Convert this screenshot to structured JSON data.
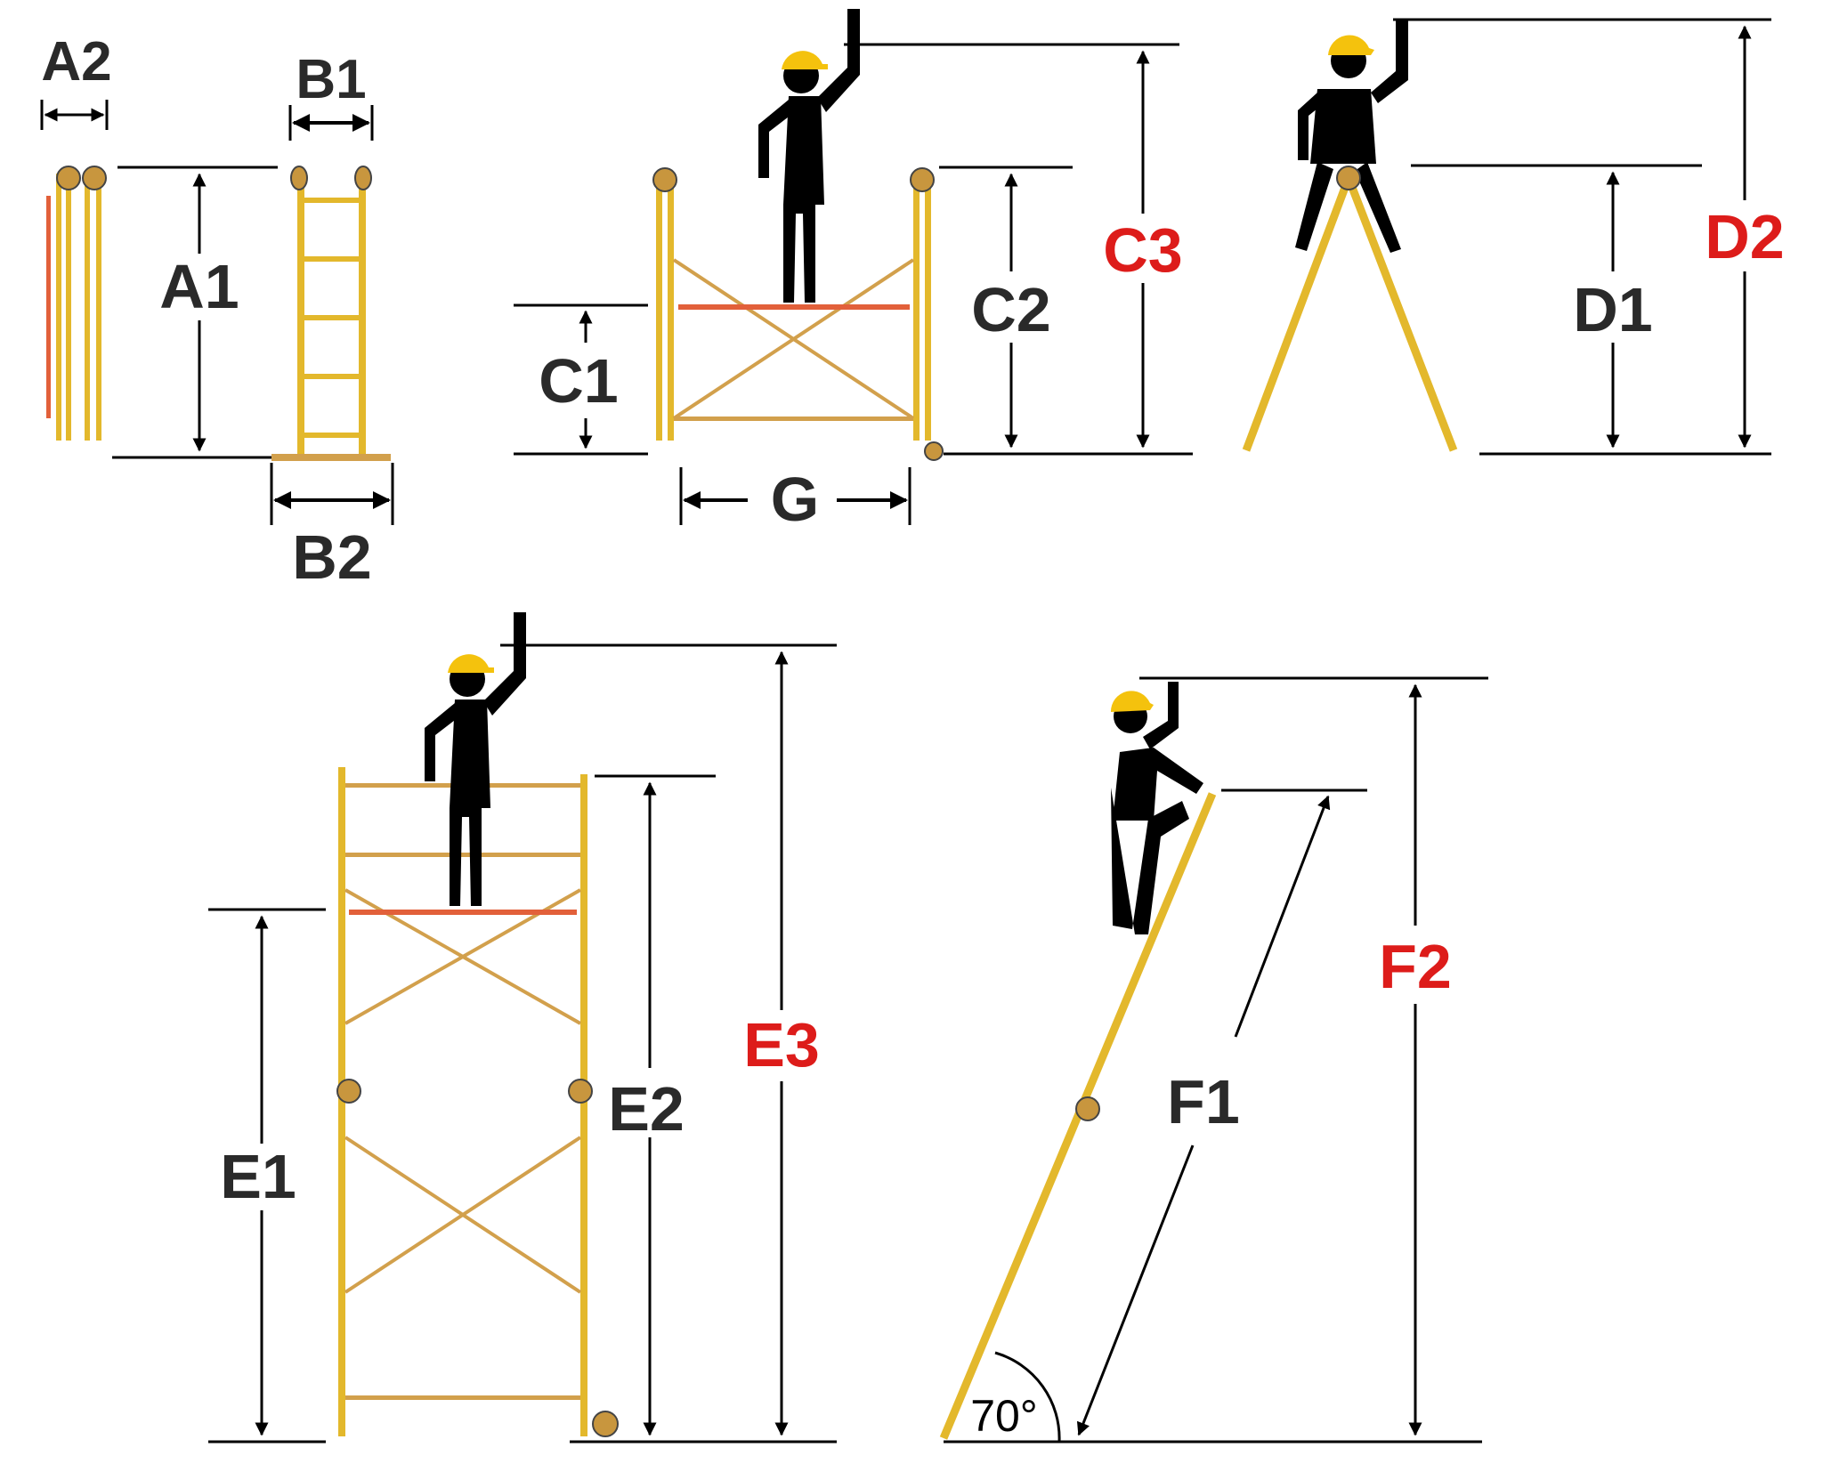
{
  "labels": {
    "A1": "A1",
    "A2": "A2",
    "B1": "B1",
    "B2": "B2",
    "C1": "C1",
    "C2": "C2",
    "C3": "C3",
    "G": "G",
    "D1": "D1",
    "D2": "D2",
    "E1": "E1",
    "E2": "E2",
    "E3": "E3",
    "F1": "F1",
    "F2": "F2",
    "angle": "70°"
  },
  "colors": {
    "frame": "#e3b82c",
    "brace": "#d2a04c",
    "knob": "#c8963e",
    "platform": "#e2603a",
    "highlight_label": "#dd1c1a",
    "dim_label": "#2a2a2a",
    "figure": "#000000",
    "helmet": "#f4c20d"
  },
  "highlighted_dimensions": [
    "C3",
    "D2",
    "E3",
    "F2"
  ]
}
